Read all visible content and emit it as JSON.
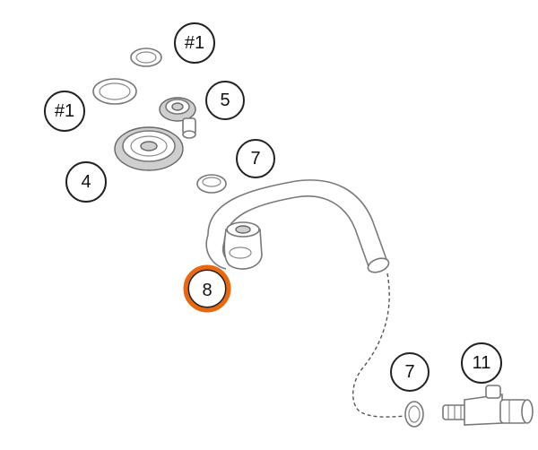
{
  "diagram": {
    "callouts": [
      {
        "id": "c1",
        "label": "#1"
      },
      {
        "id": "c2",
        "label": "#1"
      },
      {
        "id": "c3",
        "label": "5"
      },
      {
        "id": "c4",
        "label": "4"
      },
      {
        "id": "c5",
        "label": "7"
      },
      {
        "id": "c6",
        "label": "8"
      },
      {
        "id": "c7",
        "label": "7"
      },
      {
        "id": "c8",
        "label": "11"
      }
    ],
    "colors": {
      "highlight": "#e8670f",
      "outline": "#222222",
      "part_line": "#777777"
    }
  }
}
